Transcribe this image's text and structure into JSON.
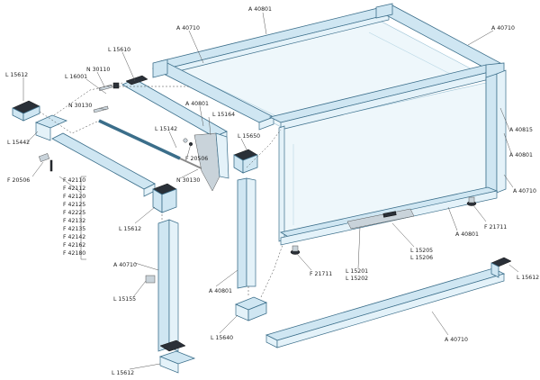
{
  "labels": {
    "a40801_top": "A 40801",
    "a40710_top_left": "A 40710",
    "a40710_top_right": "A 40710",
    "l15610": "L 15610",
    "n30110": "N 30110",
    "l16001": "L 16001",
    "l15612_left": "L 15612",
    "n30130_a": "N 30130",
    "a40801_mid": "A 40801",
    "l15164": "L 15164",
    "l15142": "L 15142",
    "l15442": "L 15442",
    "l15650": "L 15650",
    "a40815": "A 40815",
    "a40801_right": "A 40801",
    "f20506_mid": "F 20506",
    "n30130_b": "N 30130",
    "f20506_left": "F 20506",
    "a40710_right": "A 40710",
    "f21711_right": "F 21711",
    "l15612_mid": "L 15612",
    "a40801_bottom": "A 40801",
    "a40710_left": "A 40710",
    "l15205": "L 15205",
    "l15206": "L 15206",
    "l15201": "L 15201",
    "l15202": "L 15202",
    "f21711_bottom": "F 21711",
    "l15155": "L 15155",
    "a40801_post": "A 40801",
    "l15612_right": "L 15612",
    "l15640": "L 15640",
    "a40710_bottom": "A 40710",
    "l15612_bottom": "L 15612"
  },
  "parts_list": [
    "F 42110",
    "F 42112",
    "F 42120",
    "F 42125",
    "F 42225",
    "F 42132",
    "F 42135",
    "F 42142",
    "F 42162",
    "F 42180"
  ]
}
